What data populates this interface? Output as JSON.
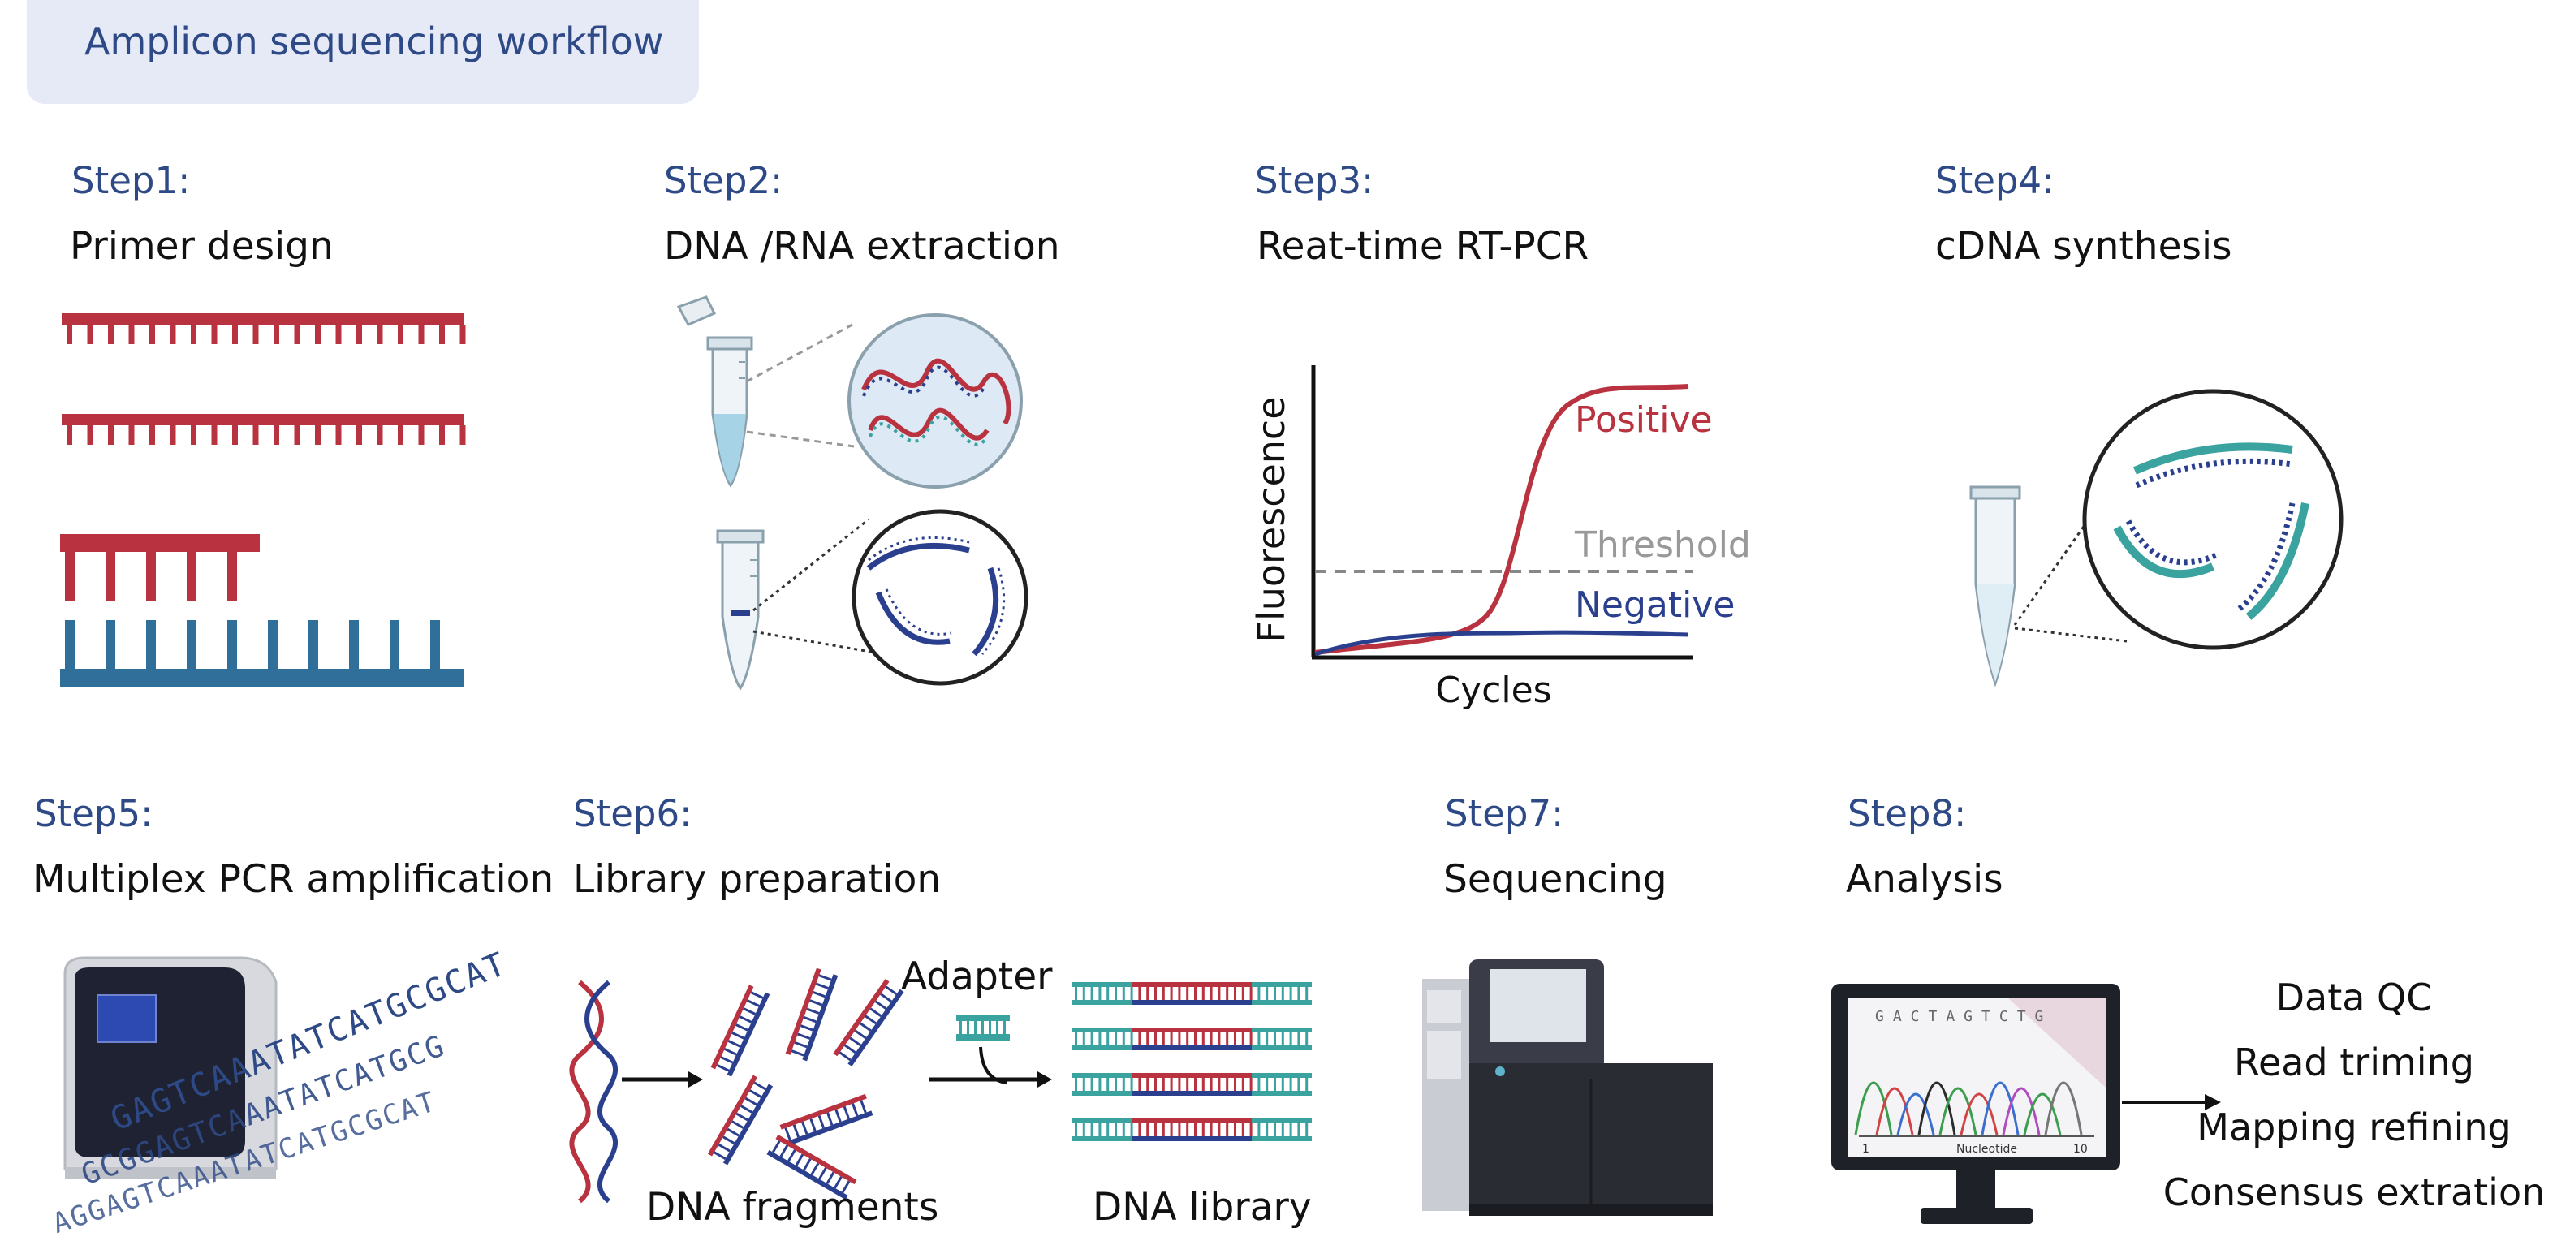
{
  "title": "Amplicon sequencing workflow",
  "steps": [
    {
      "label": "Step1:",
      "title": "Primer design"
    },
    {
      "label": "Step2:",
      "title": "DNA /RNA extraction"
    },
    {
      "label": "Step3:",
      "title": "Reat-time RT-PCR"
    },
    {
      "label": "Step4:",
      "title": "cDNA synthesis"
    },
    {
      "label": "Step5:",
      "title": "Multiplex PCR amplification"
    },
    {
      "label": "Step6:",
      "title": "Library preparation"
    },
    {
      "label": "Step7:",
      "title": "Sequencing"
    },
    {
      "label": "Step8:",
      "title": "Analysis"
    }
  ],
  "pcr_plot": {
    "ylabel": "Fluorescence",
    "xlabel": "Cycles",
    "positive": "Positive",
    "threshold": "Threshold",
    "negative": "Negative"
  },
  "library": {
    "adapter": "Adapter",
    "fragments": "DNA fragments",
    "library": "DNA library"
  },
  "amplification_text": {
    "seq1": "GAGTCAAATATCATGCGCAT",
    "seq2": "GCGGAGTCAAATATCATGCG",
    "seq3": "AGGAGTCAAATATCATGCGCAT"
  },
  "monitor": {
    "bases": "GACTAGTCTG",
    "axis_start": "1",
    "axis_label": "Nucleotide",
    "axis_end": "10"
  },
  "analysis_steps": [
    "Data QC",
    "Read triming",
    "Mapping refining",
    "Consensus extration"
  ],
  "colors": {
    "red": "#b8323f",
    "blue": "#2b3f8f",
    "teal": "#3aa3a0",
    "steel": "#2f6f9a",
    "heading": "#2e4a86"
  }
}
